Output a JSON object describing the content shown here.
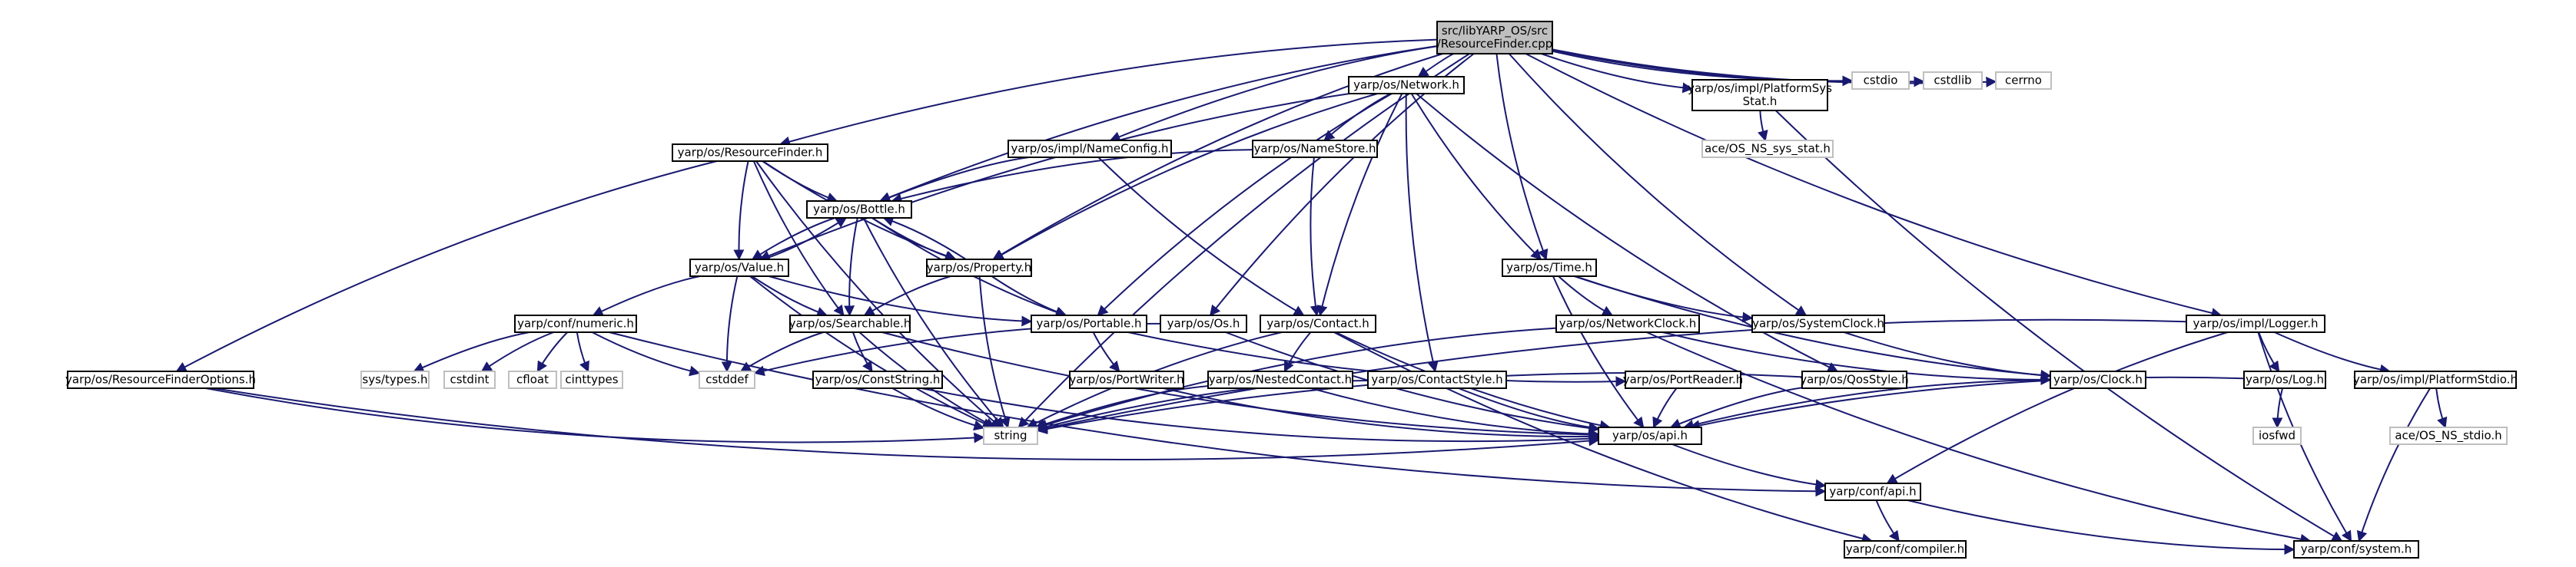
{
  "colors": {
    "edge": "#191970",
    "node_border": "#000000",
    "node_fill": "#ffffff",
    "root_fill": "#bfbfbf",
    "external_border": "#bfbfbf",
    "external_text": "#404040"
  },
  "nodes": [
    {
      "id": "root",
      "lines": [
        "src/libYARP_OS/src",
        "/ResourceFinder.cpp"
      ],
      "kind": "root"
    },
    {
      "id": "network_h",
      "lines": [
        "yarp/os/Network.h"
      ],
      "kind": "file"
    },
    {
      "id": "platformsysstat_h",
      "lines": [
        "yarp/os/impl/PlatformSys",
        "Stat.h"
      ],
      "kind": "file"
    },
    {
      "id": "cstdio",
      "lines": [
        "cstdio"
      ],
      "kind": "external"
    },
    {
      "id": "cstdlib",
      "lines": [
        "cstdlib"
      ],
      "kind": "external"
    },
    {
      "id": "cerrno",
      "lines": [
        "cerrno"
      ],
      "kind": "external"
    },
    {
      "id": "resourcefinder_h",
      "lines": [
        "yarp/os/ResourceFinder.h"
      ],
      "kind": "file"
    },
    {
      "id": "nameconfig_h",
      "lines": [
        "yarp/os/impl/NameConfig.h"
      ],
      "kind": "file"
    },
    {
      "id": "namestore_h",
      "lines": [
        "yarp/os/NameStore.h"
      ],
      "kind": "file"
    },
    {
      "id": "ace_sys_stat",
      "lines": [
        "ace/OS_NS_sys_stat.h"
      ],
      "kind": "external"
    },
    {
      "id": "bottle_h",
      "lines": [
        "yarp/os/Bottle.h"
      ],
      "kind": "file"
    },
    {
      "id": "value_h",
      "lines": [
        "yarp/os/Value.h"
      ],
      "kind": "file"
    },
    {
      "id": "property_h",
      "lines": [
        "yarp/os/Property.h"
      ],
      "kind": "file"
    },
    {
      "id": "time_h",
      "lines": [
        "yarp/os/Time.h"
      ],
      "kind": "file"
    },
    {
      "id": "numeric_h",
      "lines": [
        "yarp/conf/numeric.h"
      ],
      "kind": "file"
    },
    {
      "id": "searchable_h",
      "lines": [
        "yarp/os/Searchable.h"
      ],
      "kind": "file"
    },
    {
      "id": "portable_h",
      "lines": [
        "yarp/os/Portable.h"
      ],
      "kind": "file"
    },
    {
      "id": "os_h",
      "lines": [
        "yarp/os/Os.h"
      ],
      "kind": "file"
    },
    {
      "id": "contact_h",
      "lines": [
        "yarp/os/Contact.h"
      ],
      "kind": "file"
    },
    {
      "id": "networkclock_h",
      "lines": [
        "yarp/os/NetworkClock.h"
      ],
      "kind": "file"
    },
    {
      "id": "systemclock_h",
      "lines": [
        "yarp/os/SystemClock.h"
      ],
      "kind": "file"
    },
    {
      "id": "logger_h",
      "lines": [
        "yarp/os/impl/Logger.h"
      ],
      "kind": "file"
    },
    {
      "id": "rfoptions_h",
      "lines": [
        "yarp/os/ResourceFinderOptions.h"
      ],
      "kind": "file"
    },
    {
      "id": "systypes_h",
      "lines": [
        "sys/types.h"
      ],
      "kind": "external"
    },
    {
      "id": "cstdint",
      "lines": [
        "cstdint"
      ],
      "kind": "external"
    },
    {
      "id": "cfloat",
      "lines": [
        "cfloat"
      ],
      "kind": "external"
    },
    {
      "id": "cinttypes",
      "lines": [
        "cinttypes"
      ],
      "kind": "external"
    },
    {
      "id": "cstddef",
      "lines": [
        "cstddef"
      ],
      "kind": "external"
    },
    {
      "id": "conststring_h",
      "lines": [
        "yarp/os/ConstString.h"
      ],
      "kind": "file"
    },
    {
      "id": "portwriter_h",
      "lines": [
        "yarp/os/PortWriter.h"
      ],
      "kind": "file"
    },
    {
      "id": "nestedcontact_h",
      "lines": [
        "yarp/os/NestedContact.h"
      ],
      "kind": "file"
    },
    {
      "id": "contactstyle_h",
      "lines": [
        "yarp/os/ContactStyle.h"
      ],
      "kind": "file"
    },
    {
      "id": "portreader_h",
      "lines": [
        "yarp/os/PortReader.h"
      ],
      "kind": "file"
    },
    {
      "id": "qosstyle_h",
      "lines": [
        "yarp/os/QosStyle.h"
      ],
      "kind": "file"
    },
    {
      "id": "clock_h",
      "lines": [
        "yarp/os/Clock.h"
      ],
      "kind": "file"
    },
    {
      "id": "log_h",
      "lines": [
        "yarp/os/Log.h"
      ],
      "kind": "file"
    },
    {
      "id": "platformstdio_h",
      "lines": [
        "yarp/os/impl/PlatformStdio.h"
      ],
      "kind": "file"
    },
    {
      "id": "string",
      "lines": [
        "string"
      ],
      "kind": "external"
    },
    {
      "id": "api_h",
      "lines": [
        "yarp/os/api.h"
      ],
      "kind": "file"
    },
    {
      "id": "iosfwd",
      "lines": [
        "iosfwd"
      ],
      "kind": "external"
    },
    {
      "id": "ace_stdio",
      "lines": [
        "ace/OS_NS_stdio.h"
      ],
      "kind": "external"
    },
    {
      "id": "conf_api_h",
      "lines": [
        "yarp/conf/api.h"
      ],
      "kind": "file"
    },
    {
      "id": "compiler_h",
      "lines": [
        "yarp/conf/compiler.h"
      ],
      "kind": "file"
    },
    {
      "id": "system_h",
      "lines": [
        "yarp/conf/system.h"
      ],
      "kind": "file"
    }
  ],
  "edges": [
    [
      "root",
      "network_h"
    ],
    [
      "root",
      "platformsysstat_h"
    ],
    [
      "root",
      "cstdio"
    ],
    [
      "root",
      "cstdlib"
    ],
    [
      "root",
      "cerrno"
    ],
    [
      "root",
      "resourcefinder_h"
    ],
    [
      "root",
      "nameconfig_h"
    ],
    [
      "root",
      "bottle_h"
    ],
    [
      "root",
      "property_h"
    ],
    [
      "root",
      "os_h"
    ],
    [
      "root",
      "time_h"
    ],
    [
      "root",
      "systemclock_h"
    ],
    [
      "root",
      "logger_h"
    ],
    [
      "root",
      "string"
    ],
    [
      "network_h",
      "namestore_h"
    ],
    [
      "network_h",
      "contact_h"
    ],
    [
      "network_h",
      "portable_h"
    ],
    [
      "network_h",
      "property_h"
    ],
    [
      "network_h",
      "value_h"
    ],
    [
      "network_h",
      "contactstyle_h"
    ],
    [
      "network_h",
      "qosstyle_h"
    ],
    [
      "network_h",
      "time_h"
    ],
    [
      "platformsysstat_h",
      "ace_sys_stat"
    ],
    [
      "platformsysstat_h",
      "system_h"
    ],
    [
      "resourcefinder_h",
      "bottle_h"
    ],
    [
      "resourcefinder_h",
      "property_h"
    ],
    [
      "resourcefinder_h",
      "value_h"
    ],
    [
      "resourcefinder_h",
      "searchable_h"
    ],
    [
      "resourcefinder_h",
      "rfoptions_h"
    ],
    [
      "resourcefinder_h",
      "string"
    ],
    [
      "nameconfig_h",
      "bottle_h"
    ],
    [
      "nameconfig_h",
      "contact_h"
    ],
    [
      "namestore_h",
      "bottle_h"
    ],
    [
      "namestore_h",
      "contact_h"
    ],
    [
      "bottle_h",
      "value_h"
    ],
    [
      "bottle_h",
      "property_h"
    ],
    [
      "bottle_h",
      "searchable_h"
    ],
    [
      "bottle_h",
      "portable_h"
    ],
    [
      "bottle_h",
      "string"
    ],
    [
      "value_h",
      "bottle_h"
    ],
    [
      "value_h",
      "searchable_h"
    ],
    [
      "value_h",
      "portable_h"
    ],
    [
      "value_h",
      "numeric_h"
    ],
    [
      "value_h",
      "cstddef"
    ],
    [
      "value_h",
      "string"
    ],
    [
      "property_h",
      "bottle_h"
    ],
    [
      "property_h",
      "searchable_h"
    ],
    [
      "property_h",
      "portable_h"
    ],
    [
      "property_h",
      "string"
    ],
    [
      "time_h",
      "networkclock_h"
    ],
    [
      "time_h",
      "systemclock_h"
    ],
    [
      "time_h",
      "clock_h"
    ],
    [
      "time_h",
      "api_h"
    ],
    [
      "numeric_h",
      "systypes_h"
    ],
    [
      "numeric_h",
      "cstdint"
    ],
    [
      "numeric_h",
      "cfloat"
    ],
    [
      "numeric_h",
      "cinttypes"
    ],
    [
      "numeric_h",
      "cstddef"
    ],
    [
      "numeric_h",
      "conf_api_h"
    ],
    [
      "searchable_h",
      "cstddef"
    ],
    [
      "searchable_h",
      "conststring_h"
    ],
    [
      "searchable_h",
      "string"
    ],
    [
      "searchable_h",
      "api_h"
    ],
    [
      "portable_h",
      "portwriter_h"
    ],
    [
      "portable_h",
      "portreader_h"
    ],
    [
      "os_h",
      "cstddef"
    ],
    [
      "os_h",
      "api_h"
    ],
    [
      "contact_h",
      "nestedcontact_h"
    ],
    [
      "contact_h",
      "string"
    ],
    [
      "contact_h",
      "api_h"
    ],
    [
      "contact_h",
      "compiler_h"
    ],
    [
      "networkclock_h",
      "clock_h"
    ],
    [
      "networkclock_h",
      "string"
    ],
    [
      "networkclock_h",
      "system_h"
    ],
    [
      "systemclock_h",
      "clock_h"
    ],
    [
      "logger_h",
      "log_h"
    ],
    [
      "logger_h",
      "platformstdio_h"
    ],
    [
      "logger_h",
      "conf_api_h"
    ],
    [
      "logger_h",
      "string"
    ],
    [
      "logger_h",
      "system_h"
    ],
    [
      "rfoptions_h",
      "string"
    ],
    [
      "rfoptions_h",
      "api_h"
    ],
    [
      "conststring_h",
      "string"
    ],
    [
      "conststring_h",
      "api_h"
    ],
    [
      "portwriter_h",
      "api_h"
    ],
    [
      "nestedcontact_h",
      "string"
    ],
    [
      "nestedcontact_h",
      "api_h"
    ],
    [
      "contactstyle_h",
      "string"
    ],
    [
      "contactstyle_h",
      "api_h"
    ],
    [
      "portreader_h",
      "api_h"
    ],
    [
      "qosstyle_h",
      "string"
    ],
    [
      "qosstyle_h",
      "api_h"
    ],
    [
      "clock_h",
      "api_h"
    ],
    [
      "log_h",
      "iosfwd"
    ],
    [
      "log_h",
      "api_h"
    ],
    [
      "platformstdio_h",
      "ace_stdio"
    ],
    [
      "platformstdio_h",
      "system_h"
    ],
    [
      "api_h",
      "conf_api_h"
    ],
    [
      "conf_api_h",
      "compiler_h"
    ],
    [
      "conf_api_h",
      "system_h"
    ]
  ]
}
